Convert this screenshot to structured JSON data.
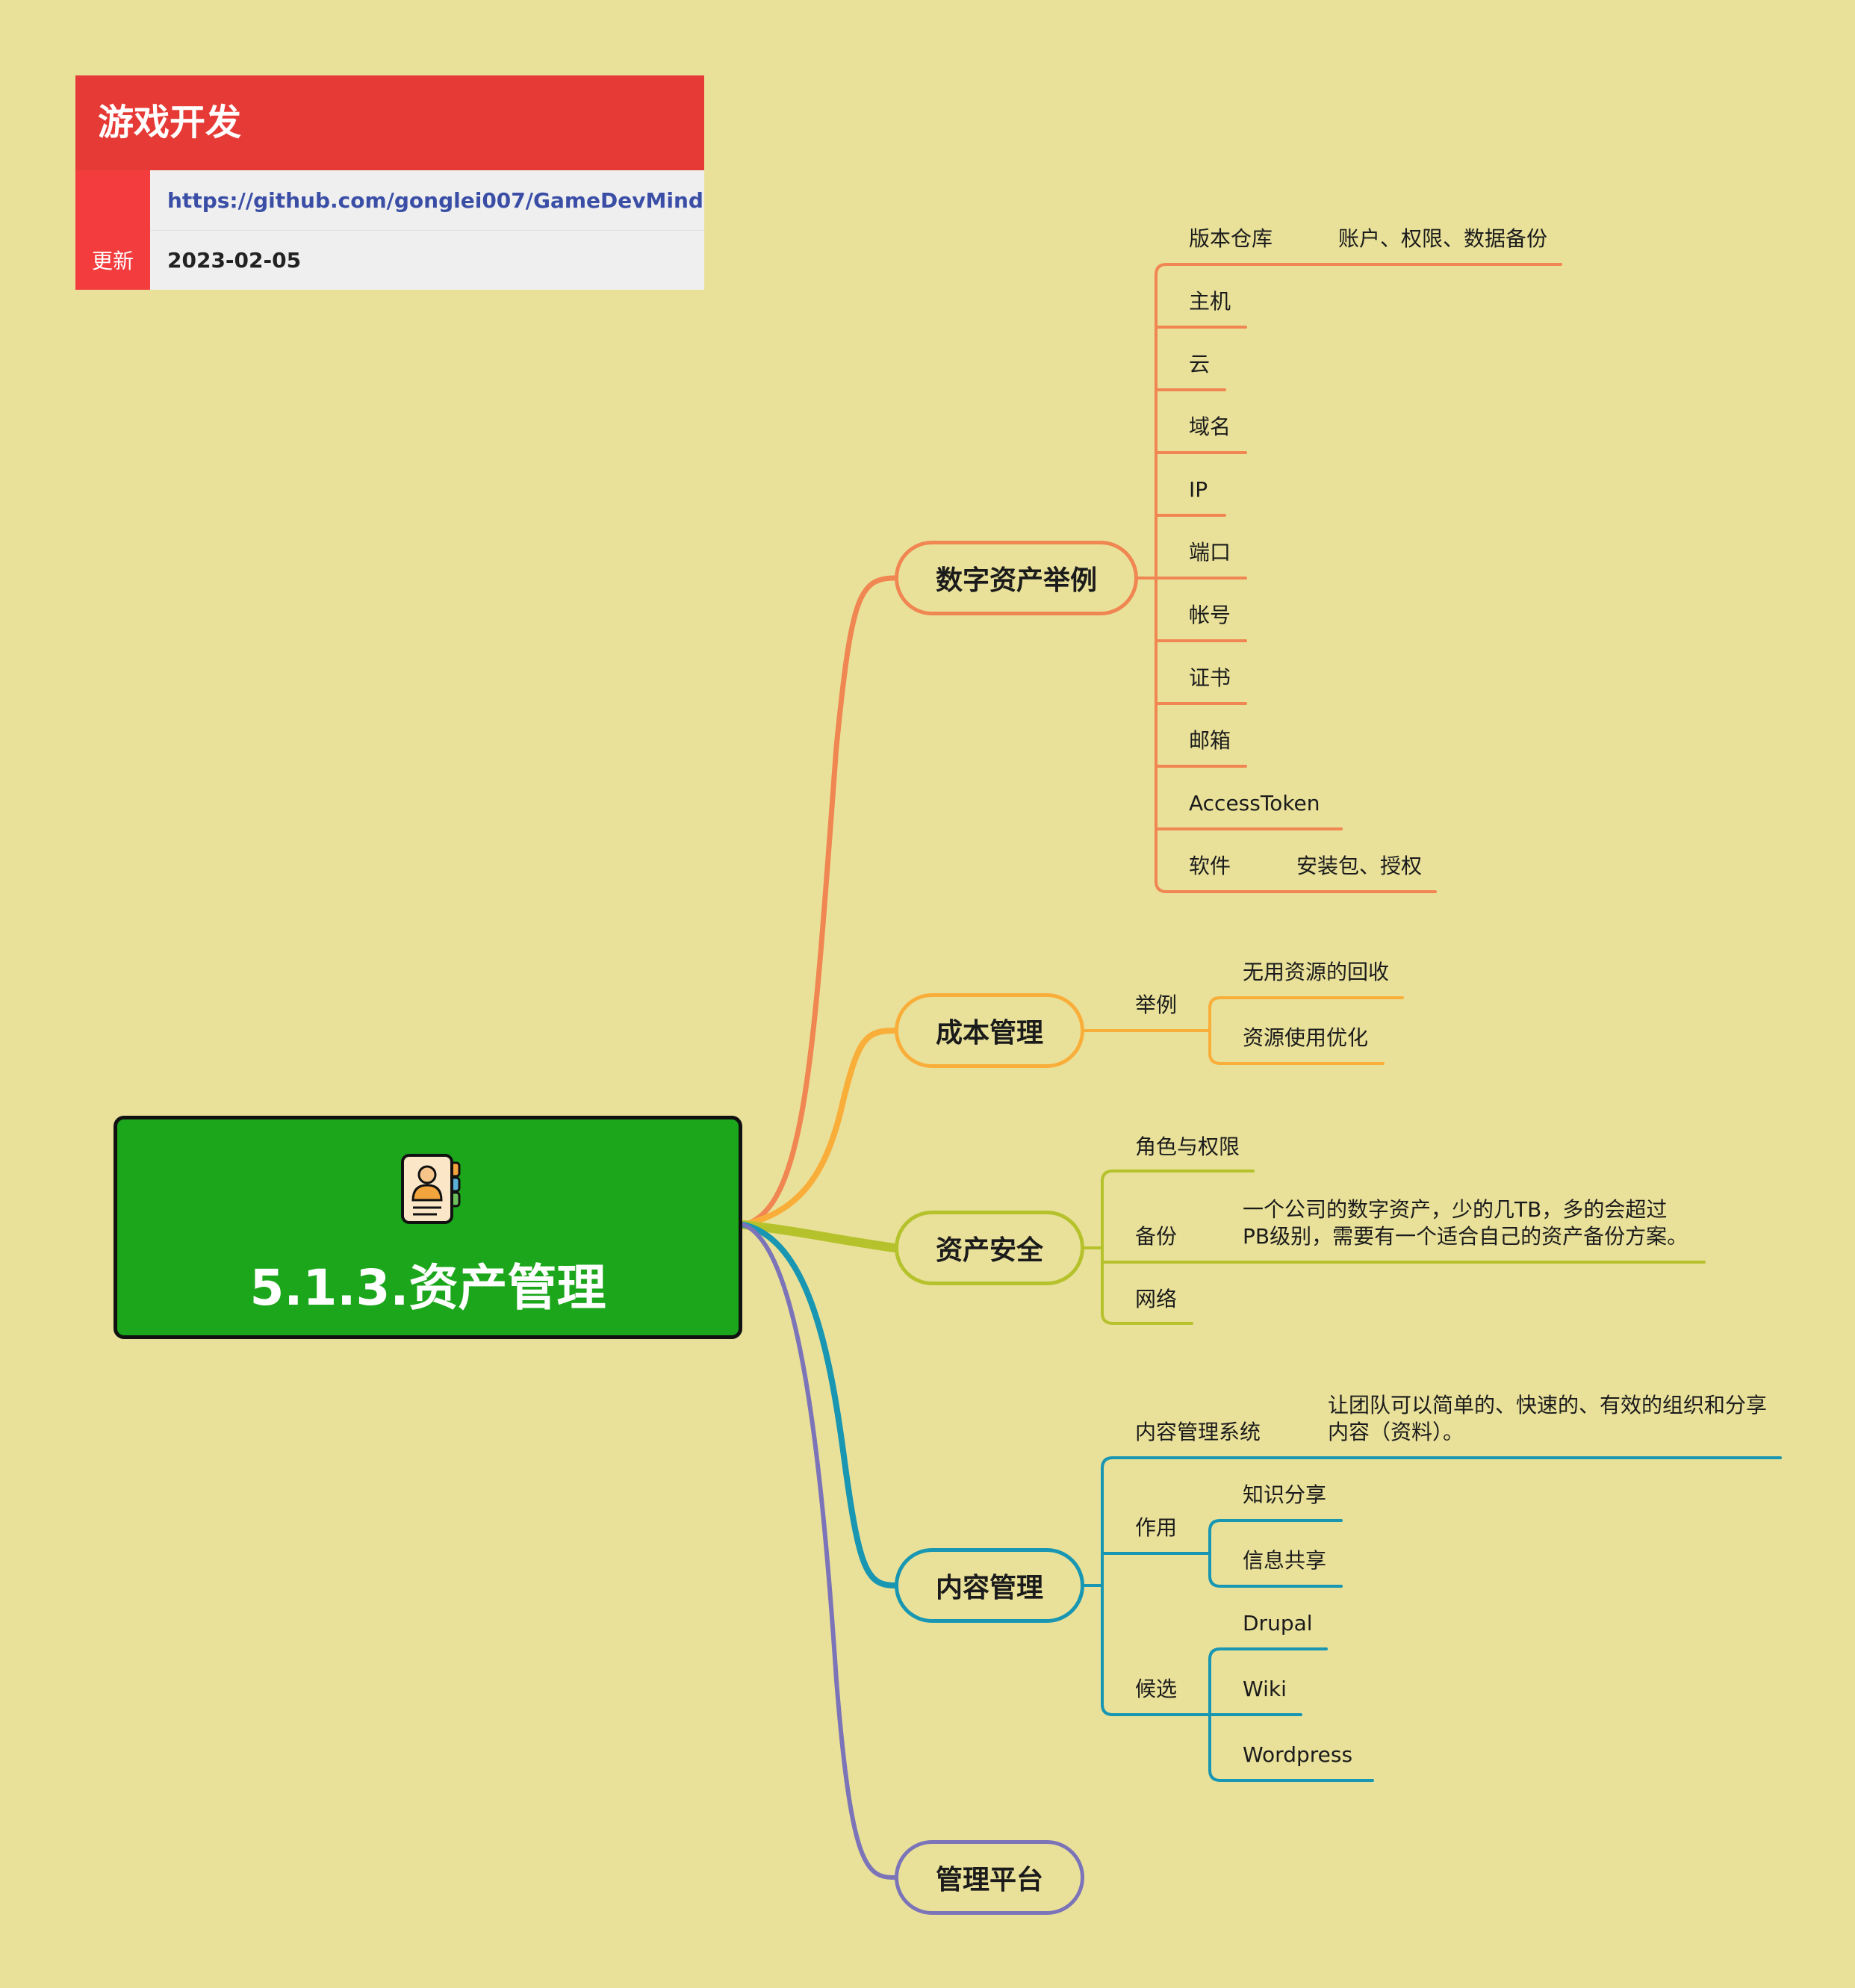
{
  "header": {
    "title": "游戏开发",
    "link": "https://github.com/gonglei007/GameDevMind",
    "update_label": "更新",
    "update_date": "2023-02-05"
  },
  "root": {
    "title": "5.1.3.资产管理",
    "icon": "asset-document-icon"
  },
  "colors": {
    "background": "#e9e19a",
    "root": "#1ca61c",
    "header": "#e63a36",
    "branch1": "#f08652",
    "branch2": "#f9ae3a",
    "branch3": "#b6c22c",
    "branch4": "#1896b2",
    "branch5": "#7c74b8"
  },
  "branches": {
    "digital_assets": {
      "label": "数字资产举例",
      "items": [
        "版本仓库",
        "主机",
        "云",
        "域名",
        "IP",
        "端口",
        "帐号",
        "证书",
        "邮箱",
        "AccessToken",
        "软件"
      ],
      "repo_note": "账户、权限、数据备份",
      "software_note": "安装包、授权"
    },
    "cost": {
      "label": "成本管理",
      "example": "举例",
      "items": [
        "无用资源的回收",
        "资源使用优化"
      ]
    },
    "security": {
      "label": "资产安全",
      "role": "角色与权限",
      "backup": "备份",
      "backup_note": "一个公司的数字资产，少的几TB，多的会超过\nPB级别，需要有一个适合自己的资产备份方案。",
      "network": "网络"
    },
    "content": {
      "label": "内容管理",
      "cms": "内容管理系统",
      "cms_note": "让团队可以简单的、快速的、有效的组织和分享\n内容（资料）。",
      "use": "作用",
      "use_items": [
        "知识分享",
        "信息共享"
      ],
      "candidates": "候选",
      "candidate_items": [
        "Drupal",
        "Wiki",
        "Wordpress"
      ]
    },
    "platform": {
      "label": "管理平台"
    }
  }
}
